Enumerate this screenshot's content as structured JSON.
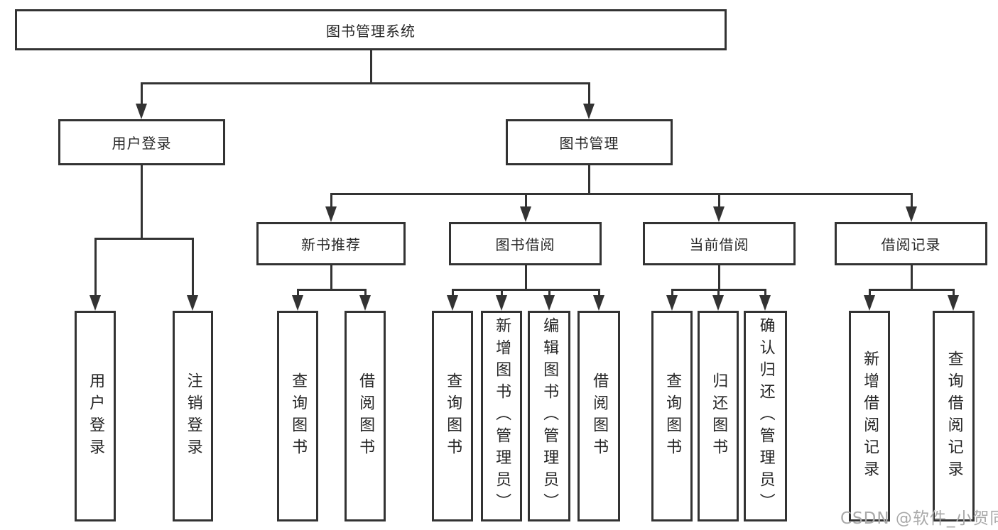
{
  "root": {
    "label": "图书管理系统"
  },
  "user_login": {
    "label": "用户登录",
    "children": [
      {
        "label": "用户登录"
      },
      {
        "label": "注销登录"
      }
    ]
  },
  "book_mgmt": {
    "label": "图书管理",
    "children": [
      {
        "label": "新书推荐",
        "children": [
          {
            "label": "查询图书"
          },
          {
            "label": "借阅图书"
          }
        ]
      },
      {
        "label": "图书借阅",
        "children": [
          {
            "label": "查询图书"
          },
          {
            "label": "新增图书（管理员）"
          },
          {
            "label": "编辑图书（管理员）"
          },
          {
            "label": "借阅图书"
          }
        ]
      },
      {
        "label": "当前借阅",
        "children": [
          {
            "label": "查询图书"
          },
          {
            "label": "归还图书"
          },
          {
            "label": "确认归还（管理员）"
          }
        ]
      },
      {
        "label": "借阅记录",
        "children": [
          {
            "label": "新增借阅记录"
          },
          {
            "label": "查询借阅记录"
          }
        ]
      }
    ]
  },
  "watermark": {
    "text": "CSDN @软件_小贺同学"
  },
  "colors": {
    "line": "#333333",
    "text": "#262626",
    "watermark": "#a9a9a9",
    "background": "#ffffff"
  }
}
